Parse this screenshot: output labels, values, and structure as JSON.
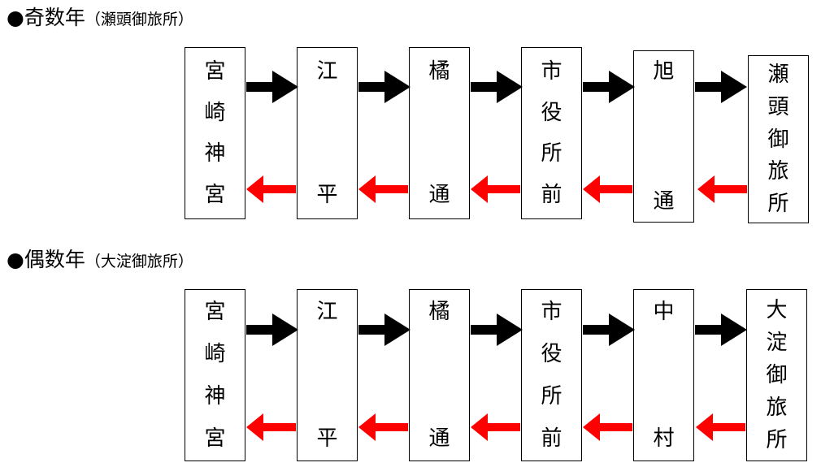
{
  "colors": {
    "forward": "#000000",
    "backward": "#ff0000"
  },
  "sections": [
    {
      "heading": "●奇数年",
      "subheading": "（瀬頭御旅所）",
      "stops": [
        "宮崎神宮",
        "江平",
        "橘通",
        "市役所前",
        "旭通",
        "瀬頭御旅所"
      ]
    },
    {
      "heading": "●偶数年",
      "subheading": "（大淀御旅所）",
      "stops": [
        "宮崎神宮",
        "江平",
        "橘通",
        "市役所前",
        "中村",
        "大淀御旅所"
      ]
    }
  ]
}
